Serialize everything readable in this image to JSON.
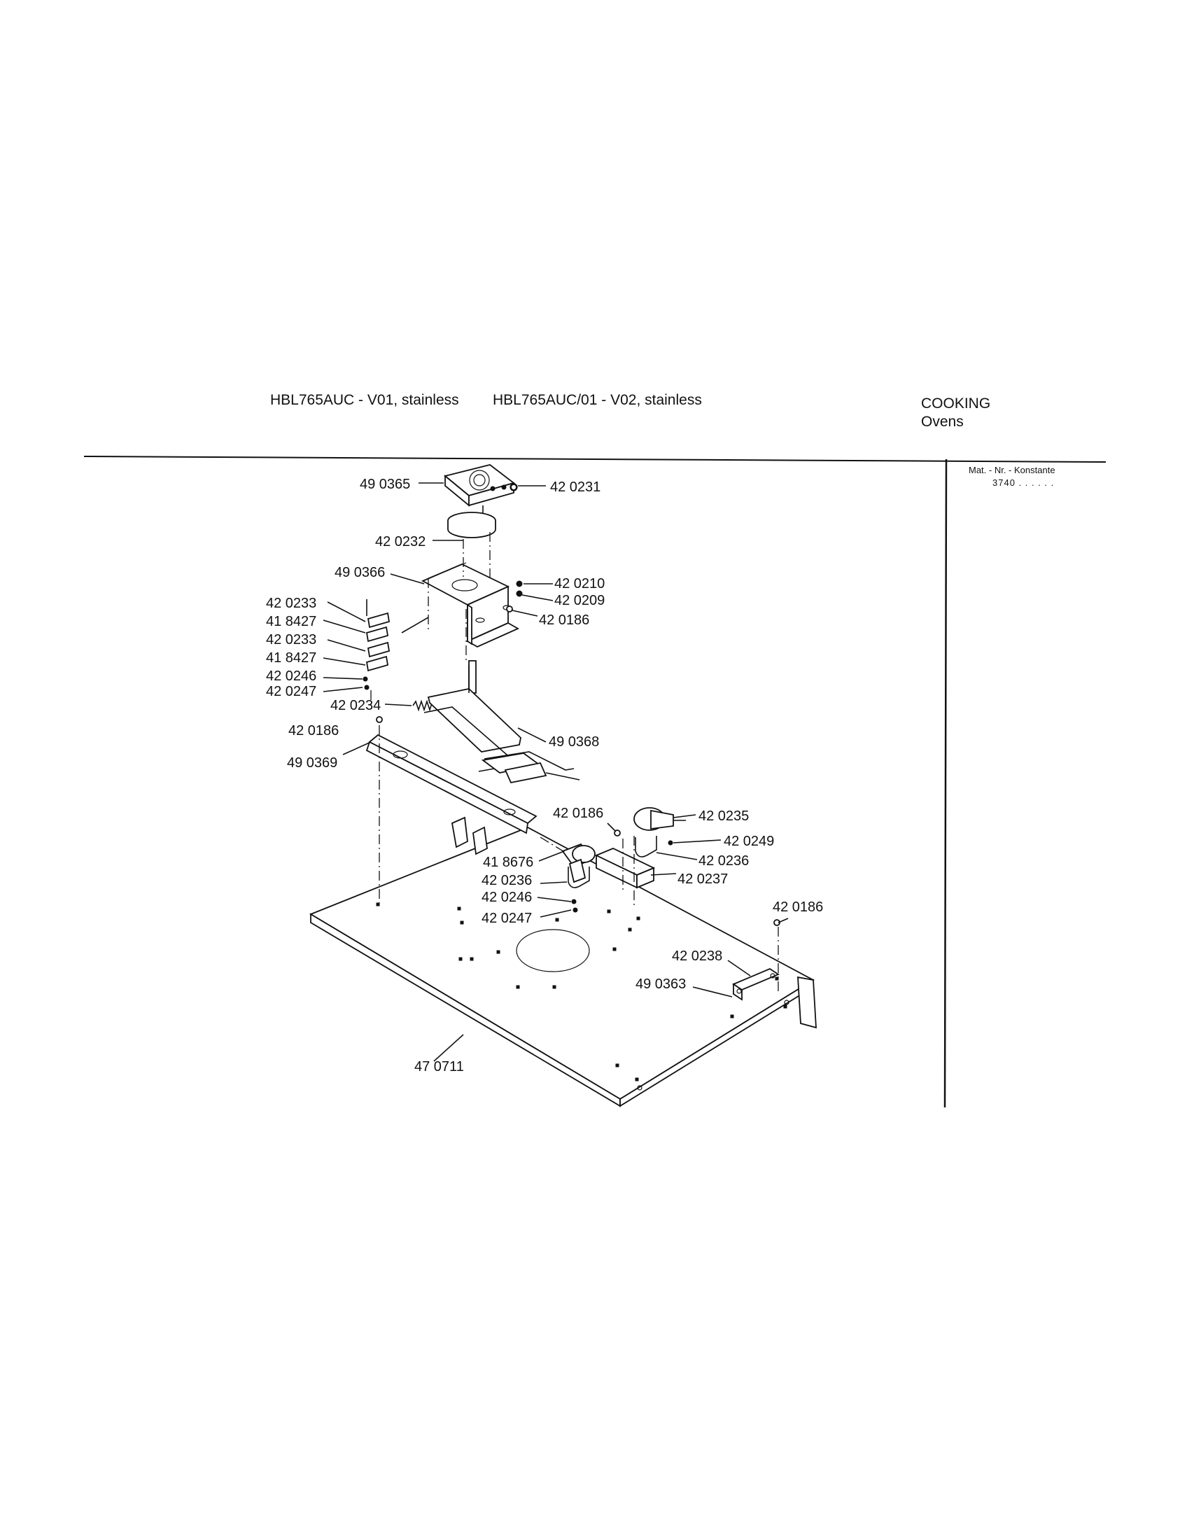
{
  "header": {
    "model_1": "HBL765AUC - V01, stainless",
    "model_2": "HBL765AUC/01 - V02, stainless",
    "category": "COOKING",
    "subcategory": "Ovens"
  },
  "sidebar": {
    "mat_nr_label": "Mat. - Nr. - Konstante",
    "mat_nr_value": "3740 . . . . . ."
  },
  "callouts": {
    "c1": "49 0365",
    "c2": "42 0231",
    "c3": "42 0232",
    "c4": "49 0366",
    "c5": "42 0210",
    "c6": "42 0209",
    "c7": "42 0186",
    "c8": "42 0233",
    "c9": "41 8427",
    "c10": "42 0233",
    "c11": "41 8427",
    "c12": "42 0246",
    "c13": "42 0247",
    "c14": "42 0234",
    "c15": "42 0186",
    "c16": "49 0368",
    "c17": "49 0369",
    "c18": "42 0186",
    "c19": "42 0235",
    "c20": "42 0249",
    "c21": "42 0236",
    "c22": "41 8676",
    "c23": "42 0237",
    "c24": "42 0236",
    "c25": "42 0246",
    "c26": "42 0247",
    "c27": "42 0186",
    "c28": "42 0238",
    "c29": "49 0363",
    "c30": "47 0711"
  }
}
